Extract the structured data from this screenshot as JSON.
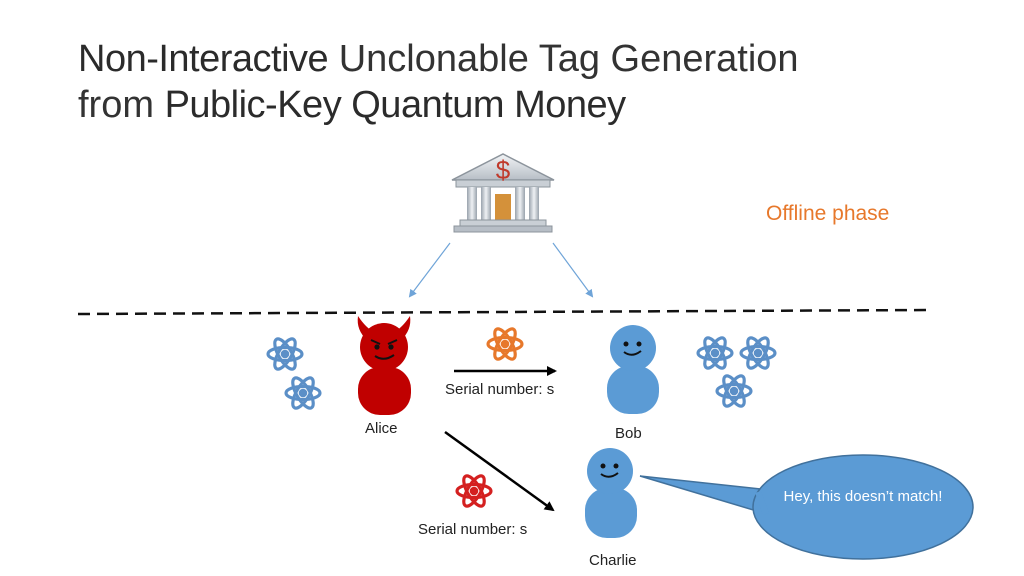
{
  "title": {
    "line1_bold": "Non-Interactive",
    "line1_rest": " Unclonable Tag Generation",
    "line2_start": "from ",
    "line2_bold": "Public-Key Quantum Money"
  },
  "phase_label": "Offline phase",
  "bank": {
    "symbol": "$"
  },
  "alice": {
    "name": "Alice"
  },
  "bob": {
    "name": "Bob"
  },
  "charlie": {
    "name": "Charlie"
  },
  "transfer_bob": {
    "label": "Serial number: s"
  },
  "transfer_charlie": {
    "label": "Serial number: s"
  },
  "speech_bubble": {
    "text": "Hey, this doesn’t match!"
  },
  "colors": {
    "quantum_blue": "#5B8FC7",
    "quantum_orange": "#E7782B",
    "quantum_red": "#D42020",
    "person_blue": "#5B9BD5",
    "devil_red": "#C00000",
    "phase_orange": "#E7782B"
  }
}
